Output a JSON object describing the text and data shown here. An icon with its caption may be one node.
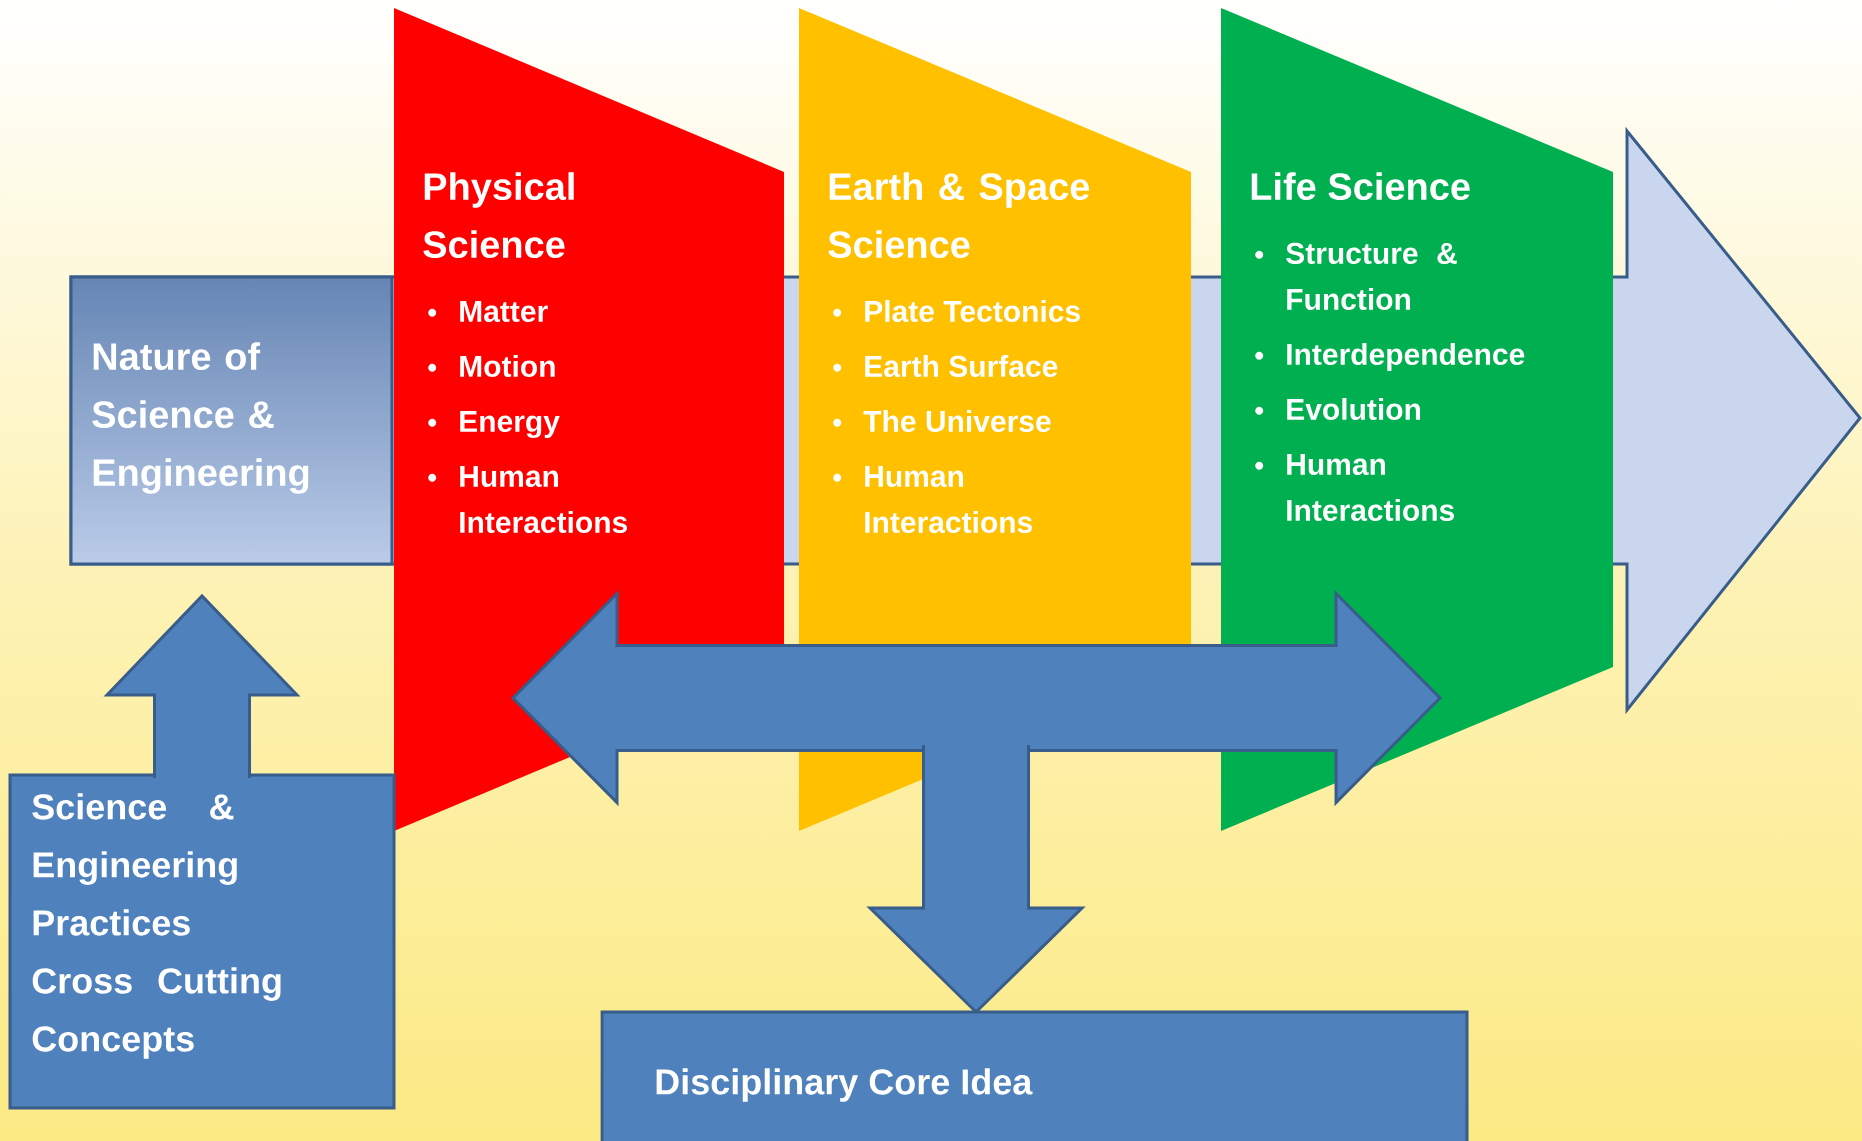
{
  "diagram": {
    "nodes": [
      {
        "text": [
          "Nature of Science & Engineering"
        ]
      },
      {
        "text": [
          "Physical Science",
          "Matter",
          "Motion",
          "Energy",
          "Human Interactions"
        ]
      },
      {
        "text": [
          "Earth & Space Science",
          "Plate Tectonics",
          "Earth Surface",
          "The Universe",
          "Human Interactions"
        ]
      },
      {
        "text": [
          "Life Science",
          "Structure & Function",
          "Interdependence",
          "Evolution",
          "Human Interactions"
        ]
      },
      {
        "text": [
          "Science & Engineering Practices",
          "Cross Cutting Concepts"
        ]
      },
      {
        "text": [
          "Disciplinary Core Idea"
        ]
      }
    ],
    "edges": [
      {
        "from": 4,
        "to": 0,
        "arrow": "to"
      },
      {
        "from": 1,
        "to": 3,
        "arrow": "both"
      },
      {
        "from": 2,
        "to": 5,
        "arrow": "to"
      }
    ]
  }
}
